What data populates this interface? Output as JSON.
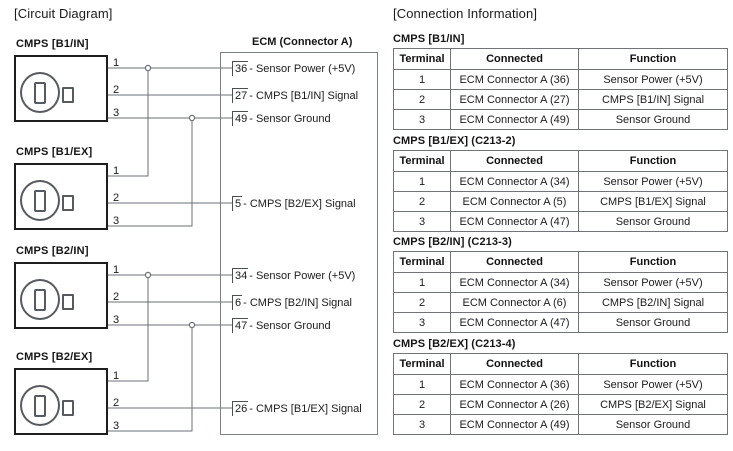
{
  "circuit": {
    "title": "[Circuit Diagram]",
    "ecm_title": "ECM (Connector A)",
    "sensors": [
      {
        "label": "CMPS [B1/IN]",
        "pins": [
          "1",
          "2",
          "3"
        ]
      },
      {
        "label": "CMPS [B1/EX]",
        "pins": [
          "1",
          "2",
          "3"
        ]
      },
      {
        "label": "CMPS [B2/IN]",
        "pins": [
          "1",
          "2",
          "3"
        ]
      },
      {
        "label": "CMPS [B2/EX]",
        "pins": [
          "1",
          "2",
          "3"
        ]
      }
    ],
    "terminals": [
      {
        "number": "36",
        "text": "- Sensor Power (+5V)"
      },
      {
        "number": "27",
        "text": "- CMPS [B1/IN] Signal"
      },
      {
        "number": "49",
        "text": "- Sensor Ground"
      },
      {
        "number": "5",
        "text": "- CMPS [B2/EX] Signal"
      },
      {
        "number": "34",
        "text": "- Sensor Power (+5V)"
      },
      {
        "number": "6",
        "text": "- CMPS [B2/IN] Signal"
      },
      {
        "number": "47",
        "text": "- Sensor Ground"
      },
      {
        "number": "26",
        "text": "- CMPS [B1/EX] Signal"
      }
    ]
  },
  "connection_info": {
    "title": "[Connection Information]",
    "columns": [
      "Terminal",
      "Connected",
      "Function"
    ],
    "tables": [
      {
        "caption": "CMPS [B1/IN]",
        "rows": [
          [
            "1",
            "ECM Connector A (36)",
            "Sensor Power (+5V)"
          ],
          [
            "2",
            "ECM Connector A (27)",
            "CMPS [B1/IN] Signal"
          ],
          [
            "3",
            "ECM Connector A (49)",
            "Sensor Ground"
          ]
        ]
      },
      {
        "caption": "CMPS [B1/EX] (C213-2)",
        "rows": [
          [
            "1",
            "ECM Connector A (34)",
            "Sensor Power (+5V)"
          ],
          [
            "2",
            "ECM Connector A (5)",
            "CMPS [B1/EX] Signal"
          ],
          [
            "3",
            "ECM Connector A (47)",
            "Sensor Ground"
          ]
        ]
      },
      {
        "caption": "CMPS [B2/IN] (C213-3)",
        "rows": [
          [
            "1",
            "ECM Connector A (34)",
            "Sensor Power (+5V)"
          ],
          [
            "2",
            "ECM Connector A (6)",
            "CMPS [B2/IN] Signal"
          ],
          [
            "3",
            "ECM Connector A (47)",
            "Sensor Ground"
          ]
        ]
      },
      {
        "caption": "CMPS [B2/EX] (C213-4)",
        "rows": [
          [
            "1",
            "ECM Connector A (36)",
            "Sensor Power (+5V)"
          ],
          [
            "2",
            "ECM Connector A (26)",
            "CMPS [B2/EX] Signal"
          ],
          [
            "3",
            "ECM Connector A (49)",
            "Sensor Ground"
          ]
        ]
      }
    ]
  },
  "colors": {
    "wire": "#6b7176",
    "sensor_outline": "#1e1e1e",
    "sensor_inner": "#555b60",
    "ecm_outline": "#7b8187",
    "text": "#1b1b1b"
  }
}
